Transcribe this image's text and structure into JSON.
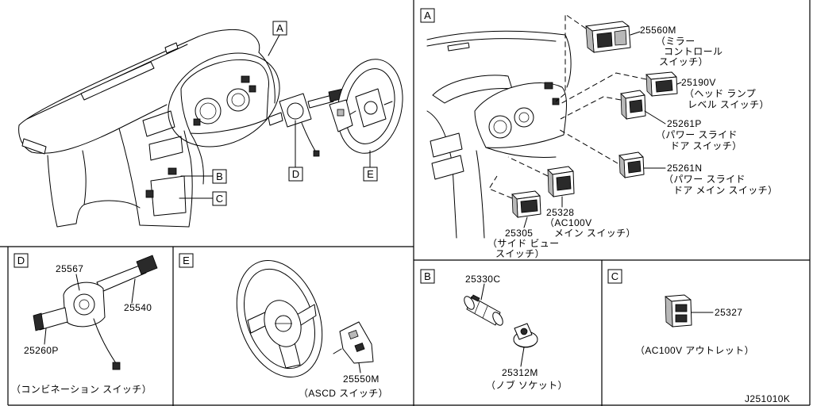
{
  "overview": {
    "callouts": {
      "a": "A",
      "b": "B",
      "c": "C",
      "d": "D",
      "e": "E"
    }
  },
  "detail_a": {
    "callout": "A",
    "parts": [
      {
        "number": "25560M",
        "desc": [
          "（ミラー",
          "コントロール",
          "スイッチ）"
        ]
      },
      {
        "number": "25190V",
        "desc": [
          "（ヘッド ランプ",
          "レベル スイッチ）"
        ]
      },
      {
        "number": "25261P",
        "desc": [
          "（パワー スライド",
          "ドア スイッチ）"
        ]
      },
      {
        "number": "25261N",
        "desc": [
          "（パワー スライド",
          "ドア メイン スイッチ）"
        ]
      },
      {
        "number": "25328",
        "desc": [
          "（AC100V",
          "メイン スイッチ）"
        ]
      },
      {
        "number": "25305",
        "desc": [
          "（サイド ビュー",
          "スイッチ）"
        ]
      }
    ]
  },
  "detail_d": {
    "callout": "D",
    "parts": [
      "25567",
      "25540",
      "25260P"
    ],
    "caption": "（コンビネーション スイッチ）"
  },
  "detail_e": {
    "callout": "E",
    "parts": [
      "25550M"
    ],
    "caption": "（ASCD スイッチ）"
  },
  "detail_b": {
    "callout": "B",
    "parts": [
      "25330C",
      "25312M"
    ],
    "caption": "（ノブ ソケット）"
  },
  "detail_c": {
    "callout": "C",
    "parts": [
      "25327"
    ],
    "caption": "（AC100V アウトレット）"
  },
  "drawing_code": "J251010K"
}
